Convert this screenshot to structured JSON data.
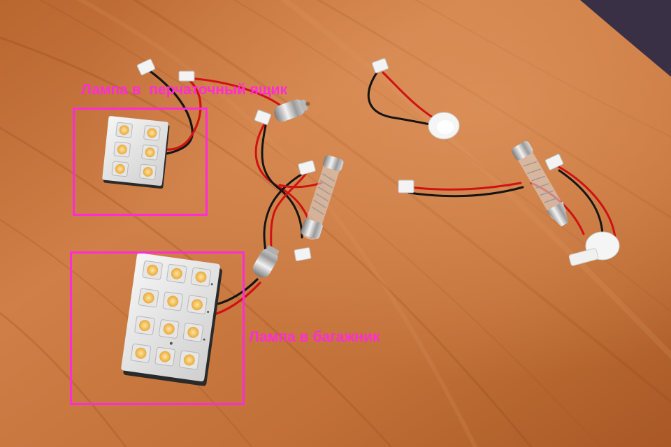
{
  "annotations": {
    "glovebox_label": "Лампа в  перчаточный ящик",
    "trunk_label": "Лампа в багажник"
  },
  "colors": {
    "annotation": "#ff2bd6",
    "wood_light": "#d0804a",
    "wood_dark": "#9a4e20",
    "wire_red": "#d41414",
    "wire_black": "#141414",
    "pcb_white": "#ececec",
    "led_yellow": "#f4c25a"
  },
  "objects": {
    "glovebox_lamp": {
      "led_count": 6
    },
    "trunk_lamp": {
      "led_count": 12
    }
  }
}
